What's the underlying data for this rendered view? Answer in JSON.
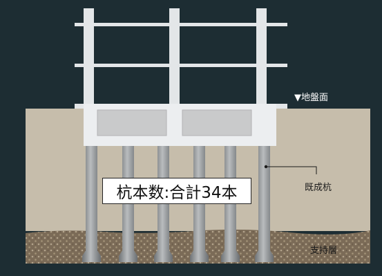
{
  "labels": {
    "ground_surface": "▼地盤面",
    "precast_pile": "既成杭",
    "bearing_layer": "支持層",
    "pile_count": "杭本数:合計34本"
  },
  "colors": {
    "background": "#1d2d33",
    "soil": "#c6bdab",
    "bearing_layer": "#7b6b57",
    "frame": "#e3e6e8",
    "foundation": "#eceef0",
    "foundation_panel": "#c9cacb",
    "pile": "#8f9396"
  },
  "piles": {
    "count_drawn": 6
  }
}
